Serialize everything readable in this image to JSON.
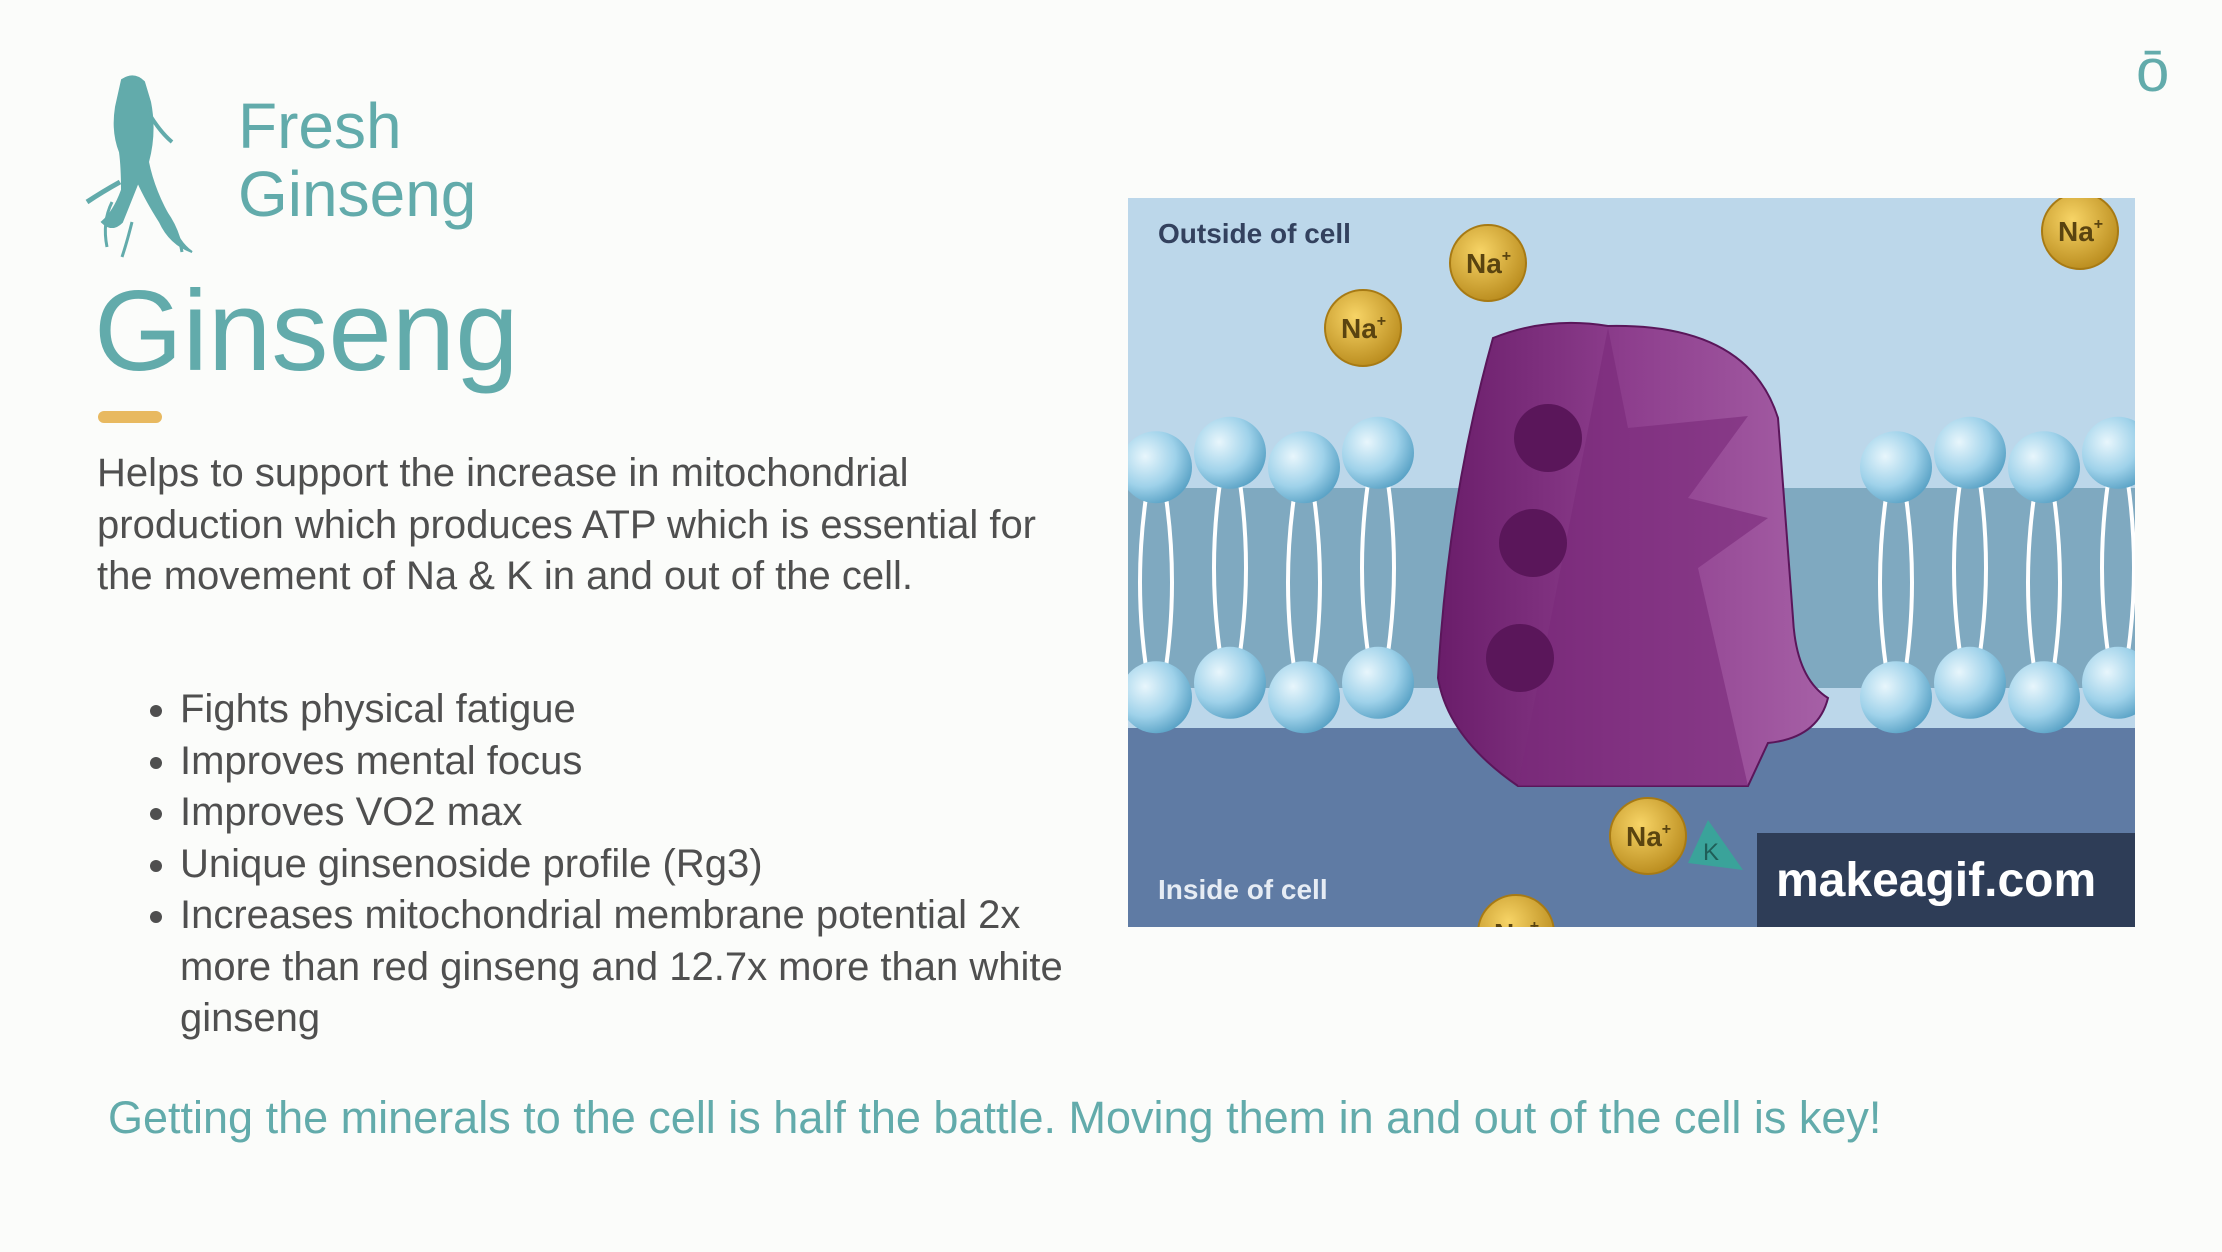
{
  "brand": {
    "line1": "Fresh",
    "line2": "Ginseng",
    "icon": "ginseng-root-icon"
  },
  "corner_logo": "ō",
  "title": "Ginseng",
  "intro": "Helps to support the increase in mitochondrial production which produces ATP which is essential for the movement of Na & K in and out of the cell.",
  "bullets": [
    "Fights physical fatigue",
    "Improves mental focus",
    "Improves VO2 max",
    "Unique ginsenoside profile (Rg3)",
    "Increases mitochondrial membrane potential 2x more than red ginseng and 12.7x more than white ginseng"
  ],
  "diagram": {
    "outside_label": "Outside of cell",
    "inside_label": "Inside of cell",
    "ion_label": "Na",
    "ion_charge": "+",
    "potassium_label": "K",
    "watermark": "makeagif.com"
  },
  "tagline": "Getting the minerals to the cell is half the battle. Moving them in and out of the cell is key!",
  "colors": {
    "teal": "#62abab",
    "accent": "#e8b960",
    "text": "#4f4f4f",
    "protein": "#8e3f8e"
  }
}
